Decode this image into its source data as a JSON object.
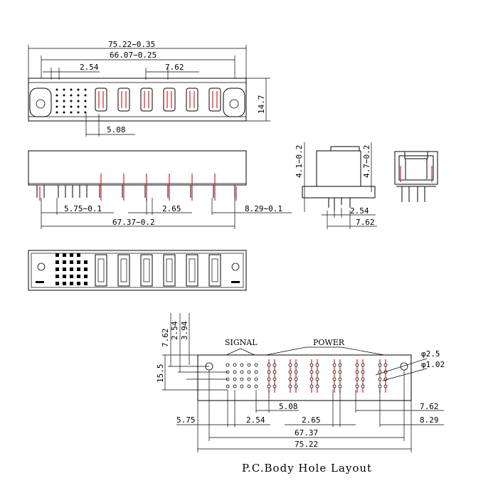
{
  "top_view": {
    "overall_width": "75.22−0.35",
    "pin_span": "66.07−0.25",
    "signal_pitch": "2.54",
    "power_pitch": "7.62",
    "height": "14.7",
    "offset": "5.08"
  },
  "front_view": {
    "left_offset": "5.75−0.1",
    "mid_pitch": "2.65",
    "right_offset": "8.29−0.1",
    "total": "67.37−0.2"
  },
  "side_view": {
    "height_left": "4.1−0.2",
    "height_right": "4.7−0.2",
    "pitch_small": "2.54",
    "pitch_large": "7.62"
  },
  "layout": {
    "v_762": "7.62",
    "v_254": "2.54",
    "v_394": "3.94",
    "height_155": "15.5",
    "signal_label": "SIGNAL",
    "power_label": "POWER",
    "dia_large": "φ2.5",
    "dia_small": "φ1.02",
    "d_575": "5.75",
    "d_254": "2.54",
    "d_508": "5.08",
    "d_265": "2.65",
    "d_762": "7.62",
    "d_829": "8.29",
    "d_6737": "67.37",
    "d_7522": "75.22",
    "caption": "P.C.Body Hole Layout"
  }
}
